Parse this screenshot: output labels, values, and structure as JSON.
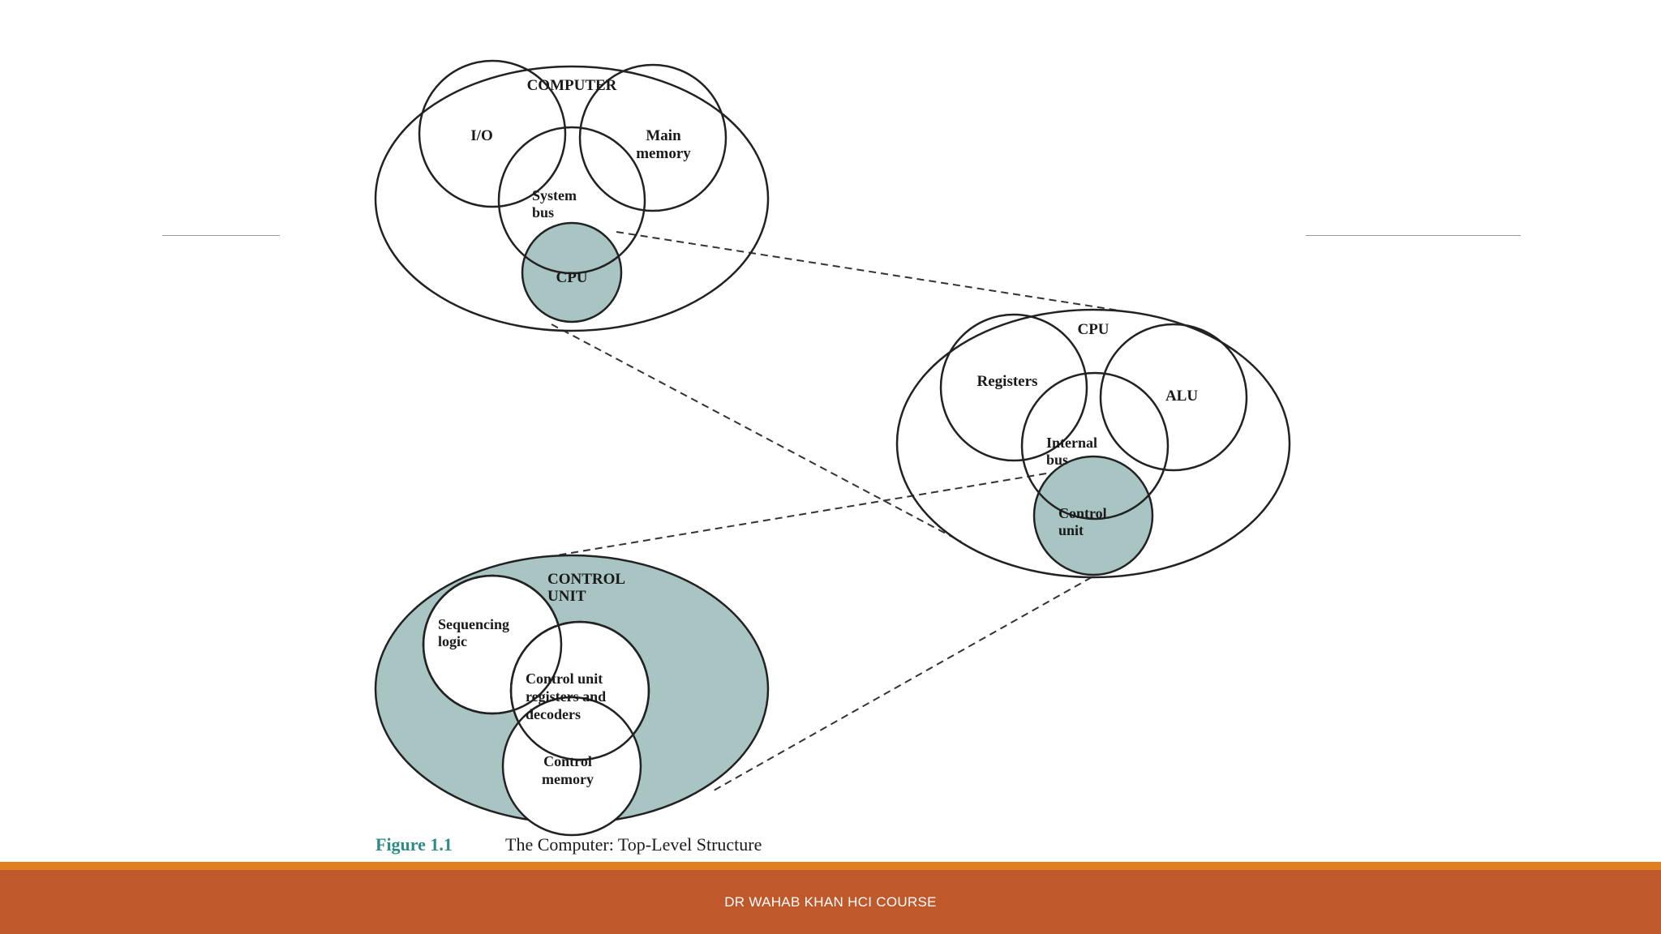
{
  "diagram": {
    "computer": {
      "title": "COMPUTER",
      "io": "I/O",
      "main_memory": [
        "Main",
        "memory"
      ],
      "system_bus": [
        "System",
        "bus"
      ],
      "cpu": "CPU"
    },
    "cpu": {
      "title": "CPU",
      "registers": "Registers",
      "alu": "ALU",
      "internal_bus": [
        "Internal",
        "bus"
      ],
      "control_unit": [
        "Control",
        "unit"
      ]
    },
    "control_unit": {
      "title": [
        "CONTROL",
        "UNIT"
      ],
      "sequencing_logic": [
        "Sequencing",
        "logic"
      ],
      "cu_registers": [
        "Control unit",
        "registers and",
        "decoders"
      ],
      "control_memory": [
        "Control",
        "memory"
      ]
    },
    "caption": {
      "label": "Figure 1.1",
      "text": "The Computer: Top-Level Structure"
    }
  },
  "footer": {
    "text": "DR WAHAB KHAN HCI COURSE"
  },
  "colors": {
    "fill_teal": "#a8c5c3",
    "caption_teal": "#2e8b85",
    "footer_band": "#bf582b",
    "footer_stripe": "#e07f1f"
  }
}
